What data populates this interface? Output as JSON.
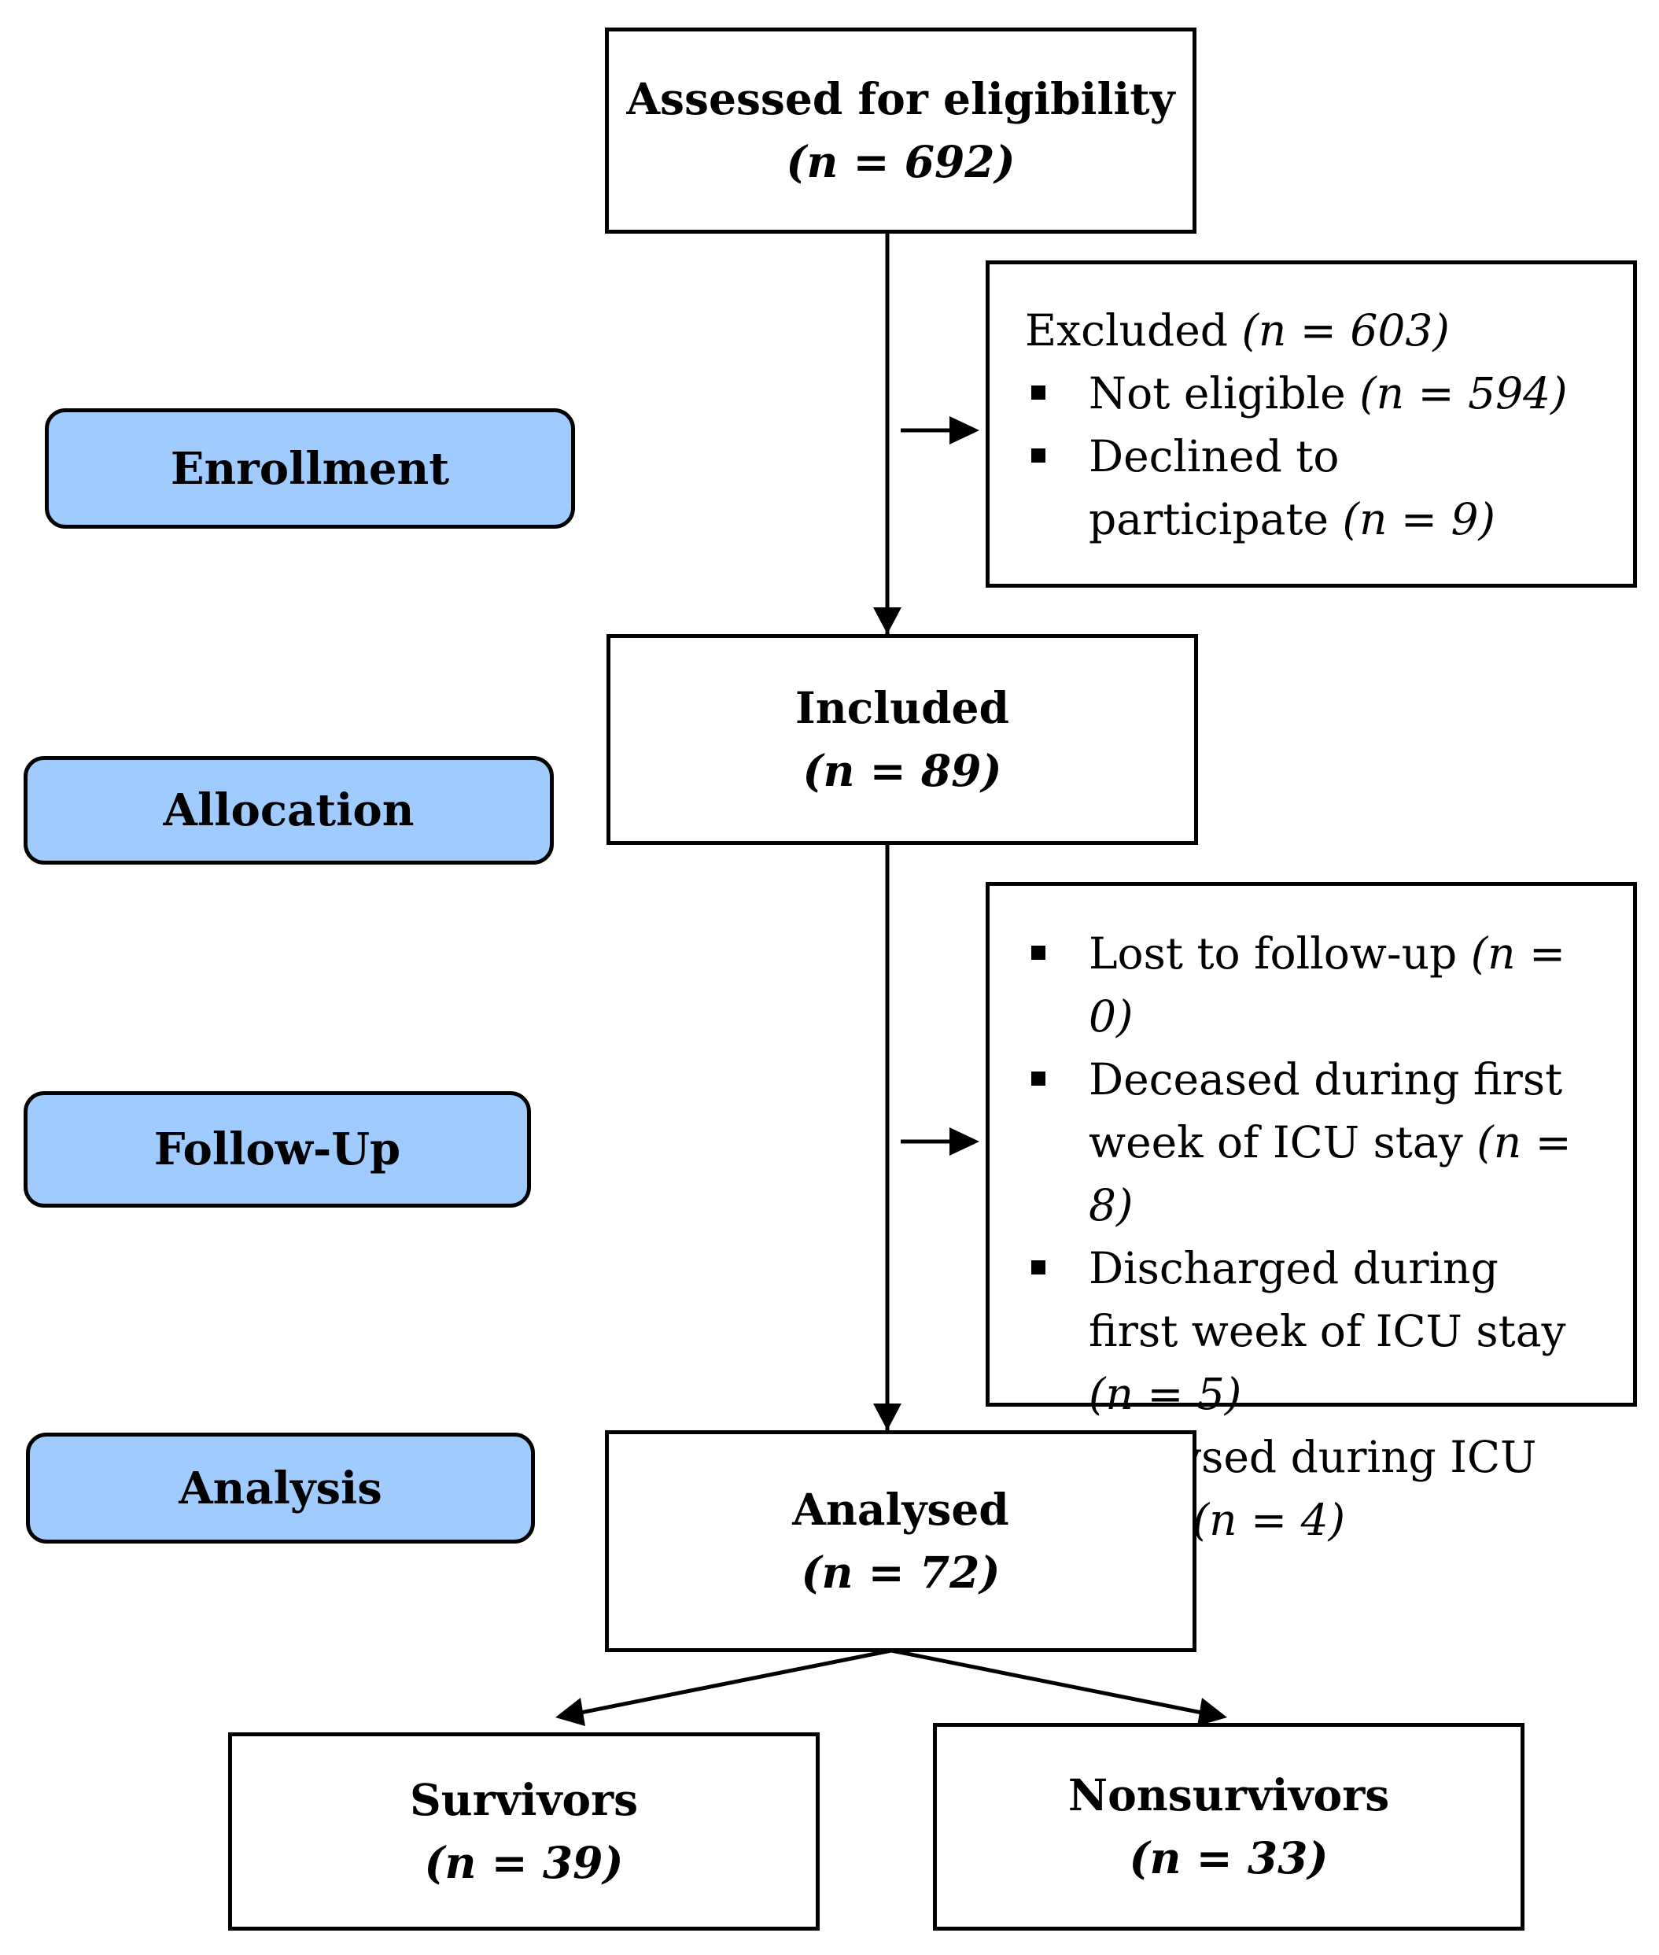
{
  "assessed": {
    "title": "Assessed for eligibility",
    "count": "(n = 692)"
  },
  "excluded": {
    "heading": "Excluded",
    "heading_count": "(n = 603)",
    "items": [
      {
        "text": "Not eligible",
        "count": "(n = 594)"
      },
      {
        "text": "Declined to participate",
        "count": "(n = 9)"
      }
    ]
  },
  "included": {
    "title": "Included",
    "count": "(n = 89)"
  },
  "followup_losses": {
    "items": [
      {
        "text": "Lost to follow-up",
        "count": "(n = 0)"
      },
      {
        "text": "Deceased during first week of ICU stay",
        "count": "(n = 8)"
      },
      {
        "text": "Discharged during first week of ICU stay",
        "count": "(n = 5)"
      },
      {
        "text": "Dialysed during ICU stay",
        "count": "(n = 4)"
      }
    ]
  },
  "analysed": {
    "title": "Analysed",
    "count": "(n = 72)"
  },
  "survivors": {
    "title": "Survivors",
    "count": "(n = 39)"
  },
  "nonsurvivors": {
    "title": "Nonsurvivors",
    "count": "(n = 33)"
  },
  "stages": {
    "enrollment": "Enrollment",
    "allocation": "Allocation",
    "followup": "Follow-Up",
    "analysis": "Analysis"
  },
  "colors": {
    "stage_fill": "#9fcbff",
    "line": "#000000"
  }
}
